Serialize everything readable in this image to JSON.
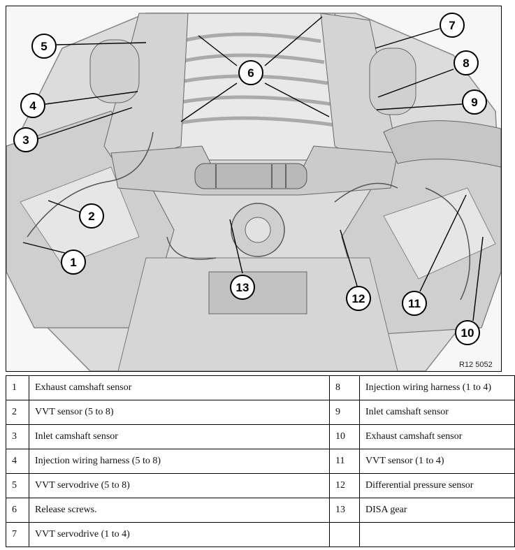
{
  "figure": {
    "code": "R12 5052",
    "callouts": [
      "1",
      "2",
      "3",
      "4",
      "5",
      "6",
      "7",
      "8",
      "9",
      "10",
      "11",
      "12",
      "13"
    ]
  },
  "legend": {
    "rows": [
      {
        "left": {
          "num": "1",
          "label": "Exhaust camshaft sensor"
        },
        "right": {
          "num": "8",
          "label": "Injection wiring harness (1 to 4)"
        }
      },
      {
        "left": {
          "num": "2",
          "label": "VVT sensor (5 to 8)"
        },
        "right": {
          "num": "9",
          "label": "Inlet camshaft sensor"
        }
      },
      {
        "left": {
          "num": "3",
          "label": "Inlet camshaft sensor"
        },
        "right": {
          "num": "10",
          "label": "Exhaust camshaft sensor"
        }
      },
      {
        "left": {
          "num": "4",
          "label": "Injection wiring harness (5 to 8)"
        },
        "right": {
          "num": "11",
          "label": "VVT sensor (1 to 4)"
        }
      },
      {
        "left": {
          "num": "5",
          "label": "VVT servodrive (5 to 8)"
        },
        "right": {
          "num": "12",
          "label": "Differential pressure sensor"
        }
      },
      {
        "left": {
          "num": "6",
          "label": "Release screws."
        },
        "right": {
          "num": "13",
          "label": "DISA gear"
        }
      },
      {
        "left": {
          "num": "7",
          "label": "VVT servodrive (1 to 4)"
        },
        "right": {
          "num": "",
          "label": ""
        }
      }
    ]
  }
}
